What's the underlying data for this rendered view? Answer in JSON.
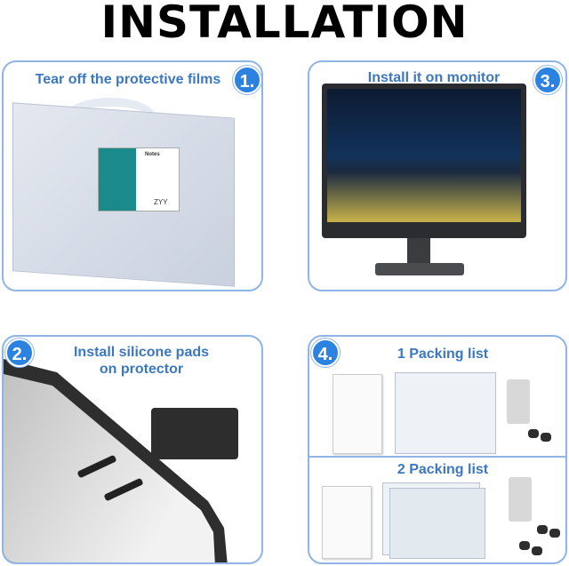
{
  "heading": "INSTALLATION",
  "accent_color": "#2b82e0",
  "text_color": "#3c78c0",
  "steps": [
    {
      "number": "1.",
      "title": "Tear off the protective films",
      "label_brand": "ZYY",
      "label_heading": "Notes"
    },
    {
      "number": "2.",
      "title_line1": "Install silicone pads",
      "title_line2": "on protector"
    },
    {
      "number": "3.",
      "title": "Install it on monitor"
    },
    {
      "number": "4.",
      "packing_1": "1 Packing list",
      "packing_2": "2 Packing list"
    }
  ]
}
